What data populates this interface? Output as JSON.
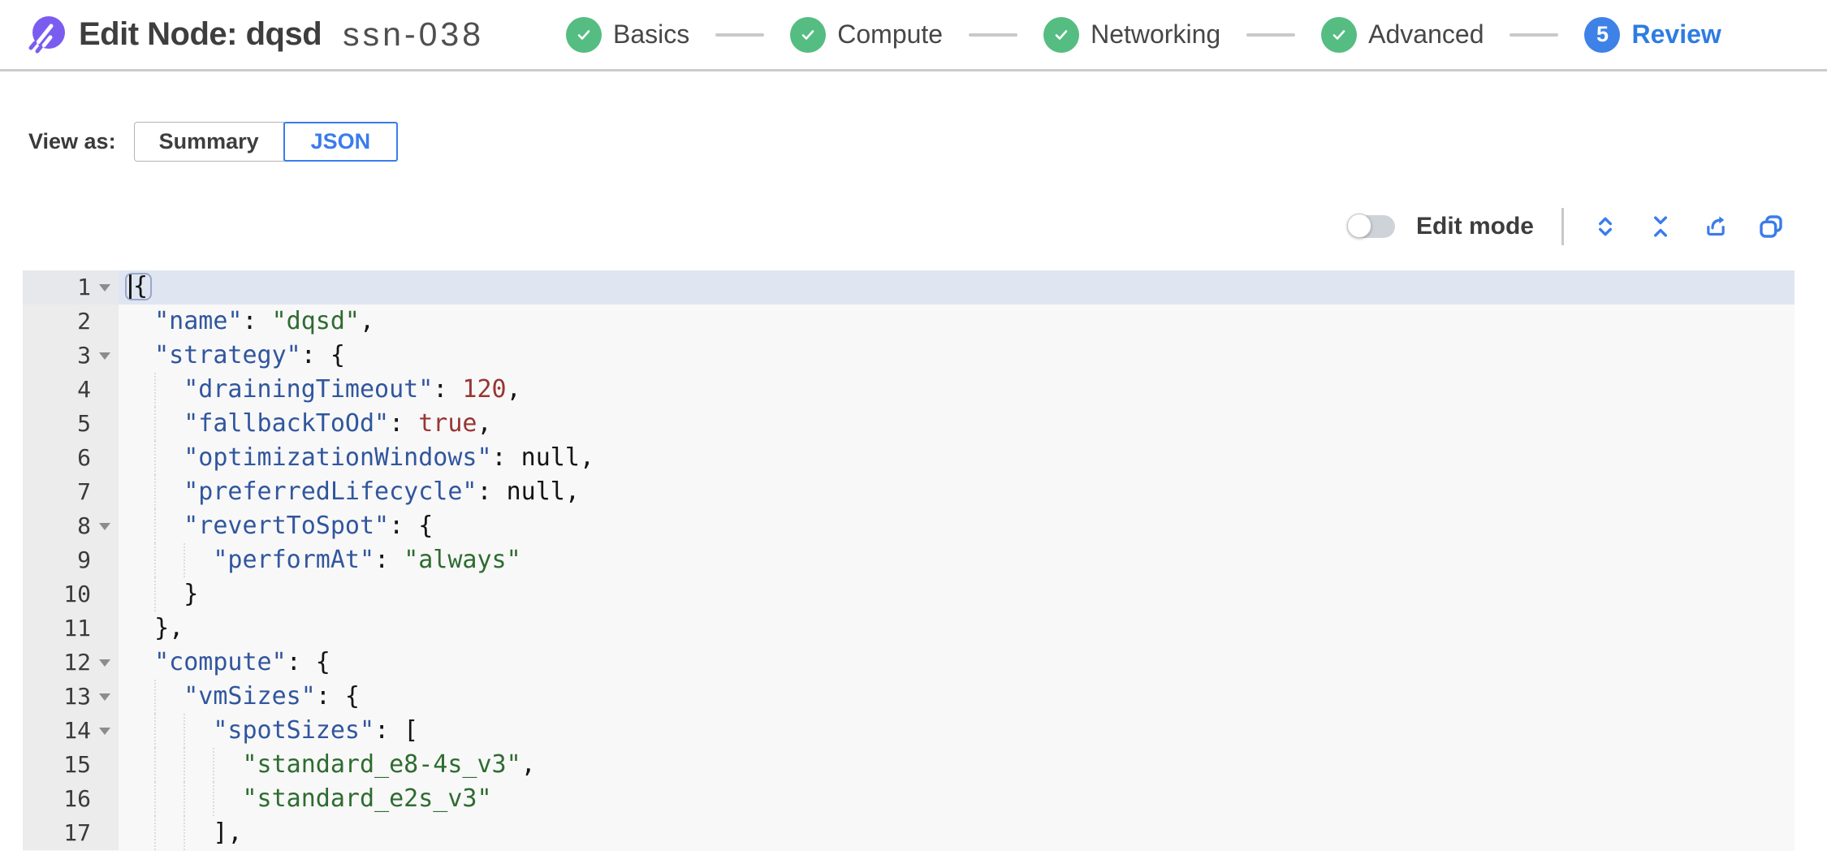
{
  "header": {
    "title": "Edit Node: dqsd",
    "subtitle": "ssn-038",
    "steps": [
      {
        "label": "Basics",
        "state": "complete"
      },
      {
        "label": "Compute",
        "state": "complete"
      },
      {
        "label": "Networking",
        "state": "complete"
      },
      {
        "label": "Advanced",
        "state": "complete"
      },
      {
        "label": "Review",
        "state": "active",
        "number": "5"
      }
    ]
  },
  "view_as": {
    "label": "View as:",
    "options": [
      {
        "label": "Summary",
        "selected": false
      },
      {
        "label": "JSON",
        "selected": true
      }
    ]
  },
  "toolbar": {
    "edit_mode_label": "Edit mode",
    "edit_mode_on": false,
    "icons": [
      "expand-all-icon",
      "collapse-all-icon",
      "export-icon",
      "copy-icon"
    ]
  },
  "colors": {
    "brand_purple": "#7B5CF0",
    "accent_blue": "#3A7CEC",
    "success_green": "#55BD81",
    "active_step_blue": "#3E82E8",
    "syntax_key": "#31569E",
    "syntax_string": "#2E6C30",
    "syntax_number": "#973634",
    "editor_bg": "#F8F8F8",
    "gutter_bg": "#ECECEC",
    "active_line_bg": "#DFE5F1"
  },
  "editor": {
    "active_line": 1,
    "lines": [
      {
        "num": 1,
        "fold": true,
        "active": true,
        "cursor": true,
        "bracket": true,
        "indent": 0,
        "tokens": [
          [
            "p",
            "{"
          ]
        ]
      },
      {
        "num": 2,
        "fold": false,
        "indent": 2,
        "tokens": [
          [
            "p",
            "  "
          ],
          [
            "k",
            "\"name\""
          ],
          [
            "p",
            ": "
          ],
          [
            "s",
            "\"dqsd\""
          ],
          [
            "p",
            ","
          ]
        ]
      },
      {
        "num": 3,
        "fold": true,
        "indent": 2,
        "tokens": [
          [
            "p",
            "  "
          ],
          [
            "k",
            "\"strategy\""
          ],
          [
            "p",
            ": {"
          ]
        ]
      },
      {
        "num": 4,
        "fold": false,
        "indent": 4,
        "tokens": [
          [
            "p",
            "    "
          ],
          [
            "k",
            "\"drainingTimeout\""
          ],
          [
            "p",
            ": "
          ],
          [
            "n",
            "120"
          ],
          [
            "p",
            ","
          ]
        ]
      },
      {
        "num": 5,
        "fold": false,
        "indent": 4,
        "tokens": [
          [
            "p",
            "    "
          ],
          [
            "k",
            "\"fallbackToOd\""
          ],
          [
            "p",
            ": "
          ],
          [
            "n",
            "true"
          ],
          [
            "p",
            ","
          ]
        ]
      },
      {
        "num": 6,
        "fold": false,
        "indent": 4,
        "tokens": [
          [
            "p",
            "    "
          ],
          [
            "k",
            "\"optimizationWindows\""
          ],
          [
            "p",
            ": null,"
          ]
        ]
      },
      {
        "num": 7,
        "fold": false,
        "indent": 4,
        "tokens": [
          [
            "p",
            "    "
          ],
          [
            "k",
            "\"preferredLifecycle\""
          ],
          [
            "p",
            ": null,"
          ]
        ]
      },
      {
        "num": 8,
        "fold": true,
        "indent": 4,
        "tokens": [
          [
            "p",
            "    "
          ],
          [
            "k",
            "\"revertToSpot\""
          ],
          [
            "p",
            ": {"
          ]
        ]
      },
      {
        "num": 9,
        "fold": false,
        "indent": 6,
        "tokens": [
          [
            "p",
            "      "
          ],
          [
            "k",
            "\"performAt\""
          ],
          [
            "p",
            ": "
          ],
          [
            "s",
            "\"always\""
          ]
        ]
      },
      {
        "num": 10,
        "fold": false,
        "indent": 4,
        "tokens": [
          [
            "p",
            "    }"
          ]
        ]
      },
      {
        "num": 11,
        "fold": false,
        "indent": 2,
        "tokens": [
          [
            "p",
            "  },"
          ]
        ]
      },
      {
        "num": 12,
        "fold": true,
        "indent": 2,
        "tokens": [
          [
            "p",
            "  "
          ],
          [
            "k",
            "\"compute\""
          ],
          [
            "p",
            ": {"
          ]
        ]
      },
      {
        "num": 13,
        "fold": true,
        "indent": 4,
        "tokens": [
          [
            "p",
            "    "
          ],
          [
            "k",
            "\"vmSizes\""
          ],
          [
            "p",
            ": {"
          ]
        ]
      },
      {
        "num": 14,
        "fold": true,
        "indent": 6,
        "tokens": [
          [
            "p",
            "      "
          ],
          [
            "k",
            "\"spotSizes\""
          ],
          [
            "p",
            ": ["
          ]
        ]
      },
      {
        "num": 15,
        "fold": false,
        "indent": 8,
        "tokens": [
          [
            "p",
            "        "
          ],
          [
            "s",
            "\"standard_e8-4s_v3\""
          ],
          [
            "p",
            ","
          ]
        ]
      },
      {
        "num": 16,
        "fold": false,
        "indent": 8,
        "tokens": [
          [
            "p",
            "        "
          ],
          [
            "s",
            "\"standard_e2s_v3\""
          ]
        ]
      },
      {
        "num": 17,
        "fold": false,
        "indent": 6,
        "tokens": [
          [
            "p",
            "      ],"
          ]
        ]
      }
    ]
  }
}
